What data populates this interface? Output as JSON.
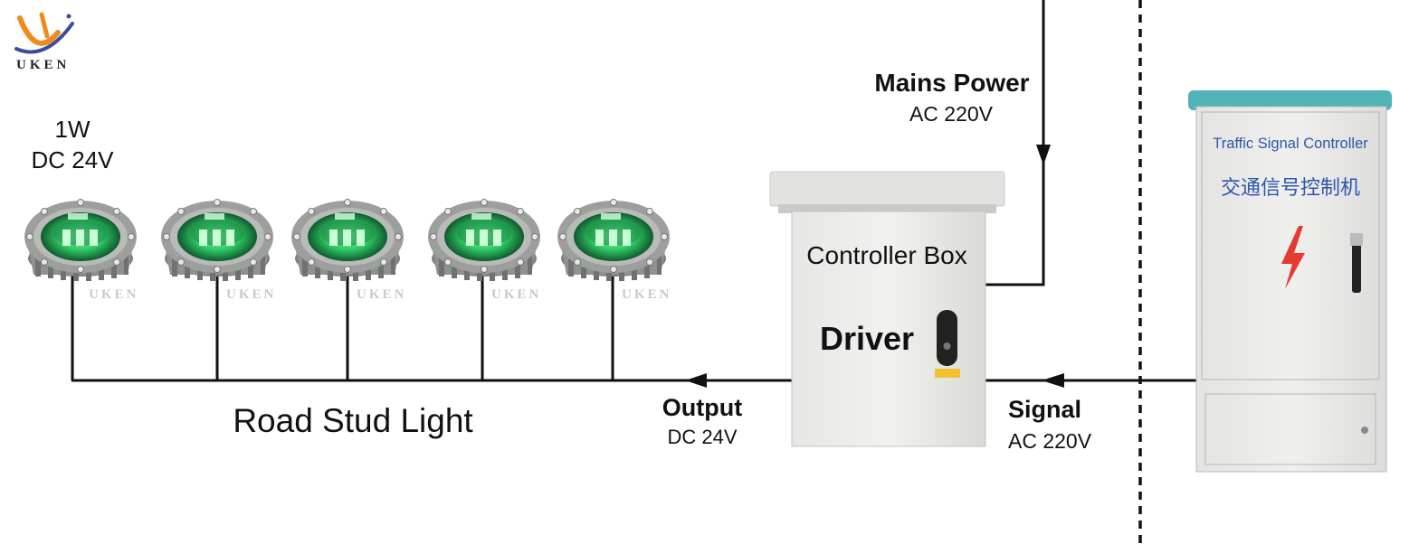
{
  "logo": {
    "text": "UKEN",
    "colors": {
      "orange": "#f08a1c",
      "blue": "#3a4d9a"
    }
  },
  "stud_spec": {
    "power": "1W",
    "voltage": "DC 24V"
  },
  "road_stud": {
    "label": "Road Stud Light",
    "count": 5,
    "watermark": "UKEN",
    "led_color": "#2fd36a"
  },
  "output": {
    "title": "Output",
    "value": "DC 24V"
  },
  "controller_box": {
    "title": "Controller Box",
    "subtitle": "Driver"
  },
  "mains": {
    "title": "Mains Power",
    "value": "AC 220V"
  },
  "signal": {
    "title": "Signal",
    "value": "AC 220V"
  },
  "traffic_controller": {
    "title_en": "Traffic Signal Controller",
    "title_cn": "交通信号控制机",
    "accent": "#4fb3b8",
    "bolt_color": "#e53a2f"
  }
}
